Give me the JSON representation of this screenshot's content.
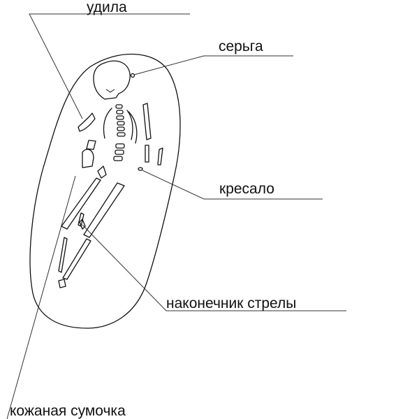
{
  "labels": {
    "bridle": "удила",
    "earring": "серьга",
    "flint": "кресало",
    "arrowhead": "наконечник стрелы",
    "pouch": "кожаная сумочка"
  }
}
